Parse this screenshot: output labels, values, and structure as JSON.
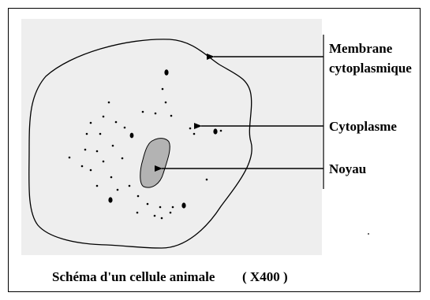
{
  "diagram": {
    "labels": {
      "membrane_line1": "Membrane",
      "membrane_line2": "cytoplasmique",
      "cytoplasme": "Cytoplasme",
      "noyau": "Noyau"
    },
    "caption": "Schéma d'un cellule animale",
    "magnification": "( X400 )"
  },
  "colors": {
    "background_panel": "#eeeeee",
    "nucleus_fill": "#b3b3b3",
    "stroke": "#000000"
  }
}
